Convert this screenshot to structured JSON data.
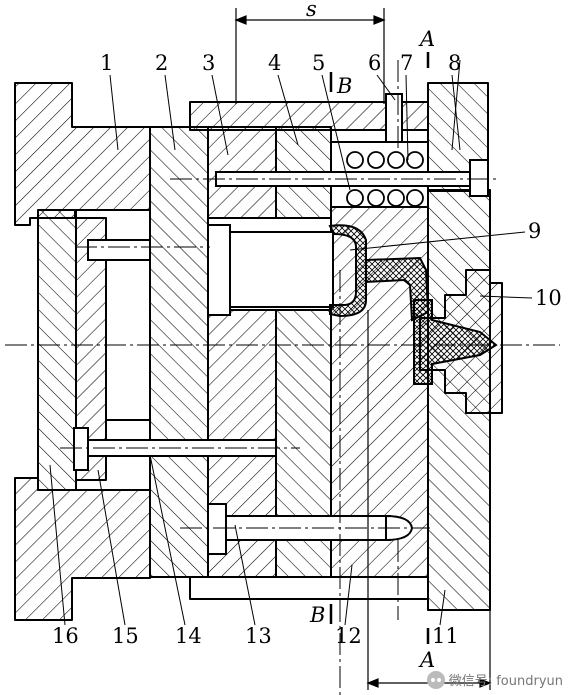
{
  "figure": {
    "labels": {
      "l1": "1",
      "l2": "2",
      "l3": "3",
      "l4": "4",
      "l5": "5",
      "l6": "6",
      "l7": "7",
      "l8": "8",
      "l9": "9",
      "l10": "10",
      "l11": "11",
      "l12": "12",
      "l13": "13",
      "l14": "14",
      "l15": "15",
      "l16": "16"
    },
    "dimension_s": "s",
    "section_a_top": "A",
    "section_a_bottom": "A",
    "section_b_top": "B",
    "section_b_bottom": "B"
  },
  "watermark": {
    "icon": "wechat-icon",
    "text": "微信号: foundryun"
  }
}
